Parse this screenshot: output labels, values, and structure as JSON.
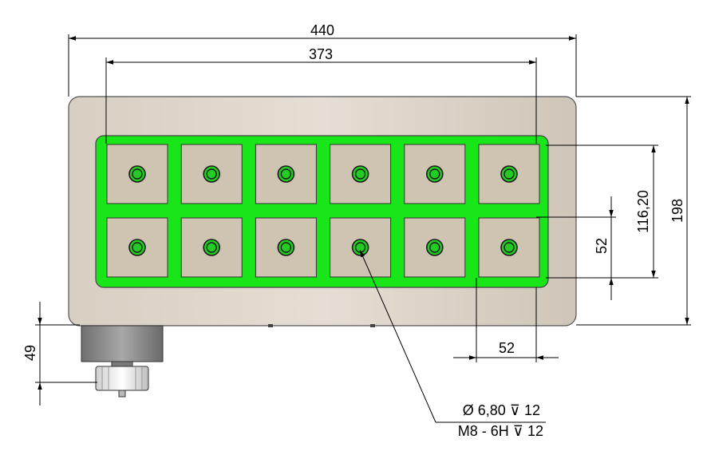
{
  "dimensions": {
    "overall_width": "440",
    "pattern_width": "373",
    "overall_height": "198",
    "pattern_height": "116,20",
    "cell_pitch_vertical": "52",
    "cell_pitch_horizontal": "52",
    "connector_offset": "49"
  },
  "callout": {
    "line1": "Ø 6,80 ⊽ 12",
    "line2": "M8 - 6H ⊽ 12"
  },
  "grid": {
    "rows": 2,
    "columns": 6
  },
  "colors": {
    "plate": "#dcd3c7",
    "pad_area": "#19e619",
    "cell": "#cfc3b2",
    "hole_ring": "#1a1a1a",
    "hole_center": "#22cc22",
    "connector": "#8a8a8a",
    "lines": "#000000"
  },
  "icons": {
    "connector": "cable-connector-icon",
    "threaded_hole": "threaded-hole-icon"
  }
}
